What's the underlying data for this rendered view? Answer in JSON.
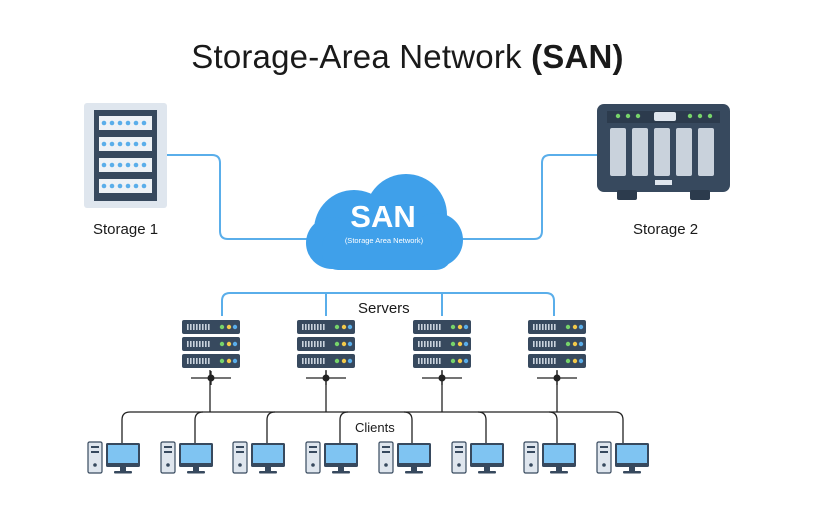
{
  "diagram": {
    "title": "Storage-Area Network",
    "title_acronym": "(SAN)",
    "cloud": {
      "label": "SAN",
      "sublabel": "(Storage Area Network)"
    },
    "storage1_label": "Storage 1",
    "storage2_label": "Storage 2",
    "servers_label": "Servers",
    "clients_label": "Clients",
    "colors": {
      "cloud": "#3fa0ea",
      "link_blue": "#5aaeea",
      "device_dark": "#37495e",
      "device_light": "#dfe6ee",
      "screen": "#7fc4f2",
      "led_green": "#77d46a",
      "led_yellow": "#f3c94a",
      "led_blue": "#5aaeea"
    },
    "server_count": 4,
    "client_count": 8
  }
}
